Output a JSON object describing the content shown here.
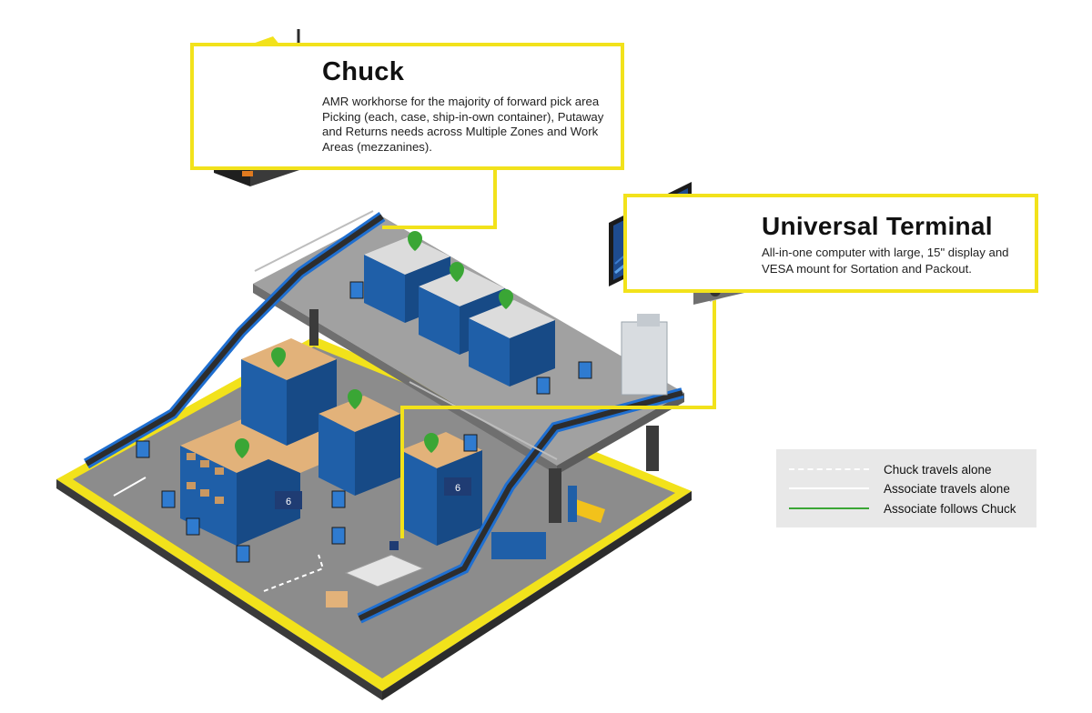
{
  "chuck": {
    "title": "Chuck",
    "description": "AMR workhorse for the majority of forward pick area Picking (each, case, ship-in-own container), Putaway and Returns needs across Multiple Zones and Work Areas (mezzanines)."
  },
  "terminal": {
    "title": "Universal Terminal",
    "description": "All-in-one computer with large, 15\" display and VESA mount for Sortation and Packout."
  },
  "legend": {
    "items": [
      {
        "label": "Chuck travels alone",
        "style": "dashed",
        "color": "#ffffff"
      },
      {
        "label": "Associate travels alone",
        "style": "solid",
        "color": "#ffffff"
      },
      {
        "label": "Associate follows Chuck",
        "style": "solid",
        "color": "#3aa635"
      }
    ]
  },
  "zone_labels": [
    "6",
    "6"
  ],
  "colors": {
    "accent_yellow": "#f2e21b",
    "floor": "#8a8a8a",
    "mezzanine": "#9c9c9c",
    "rack_blue": "#1f5fa8",
    "box_tan": "#e2b27a",
    "pin_green": "#3aa635",
    "robot_blue": "#2f7bd0"
  }
}
